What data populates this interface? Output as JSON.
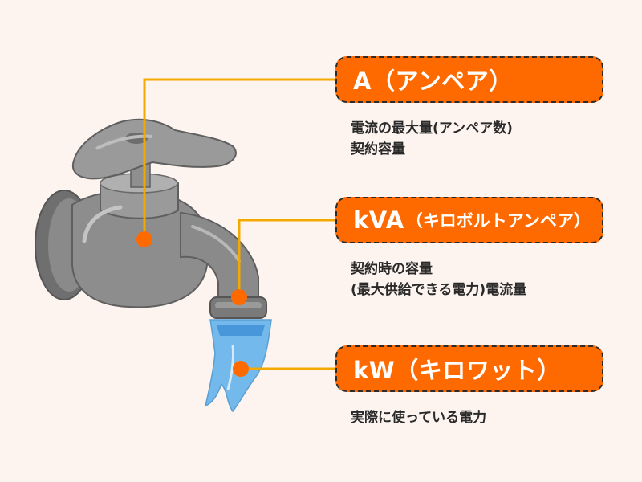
{
  "colors": {
    "background": "#fdf4f0",
    "accent": "#ff6a00",
    "connector": "#f2a900",
    "water": "#74b9ec",
    "faucet": "#8a8a8a"
  },
  "labels": [
    {
      "main": "A（アンペア）",
      "sub": "",
      "description": [
        "電流の最大量(アンペア数)",
        "契約容量"
      ]
    },
    {
      "main": "kVA",
      "sub": "（キロボルトアンペア）",
      "description": [
        "契約時の容量",
        "(最大供給できる電力)電流量"
      ]
    },
    {
      "main": "kW（キロワット）",
      "sub": "",
      "description": [
        "実際に使っている電力"
      ]
    }
  ]
}
